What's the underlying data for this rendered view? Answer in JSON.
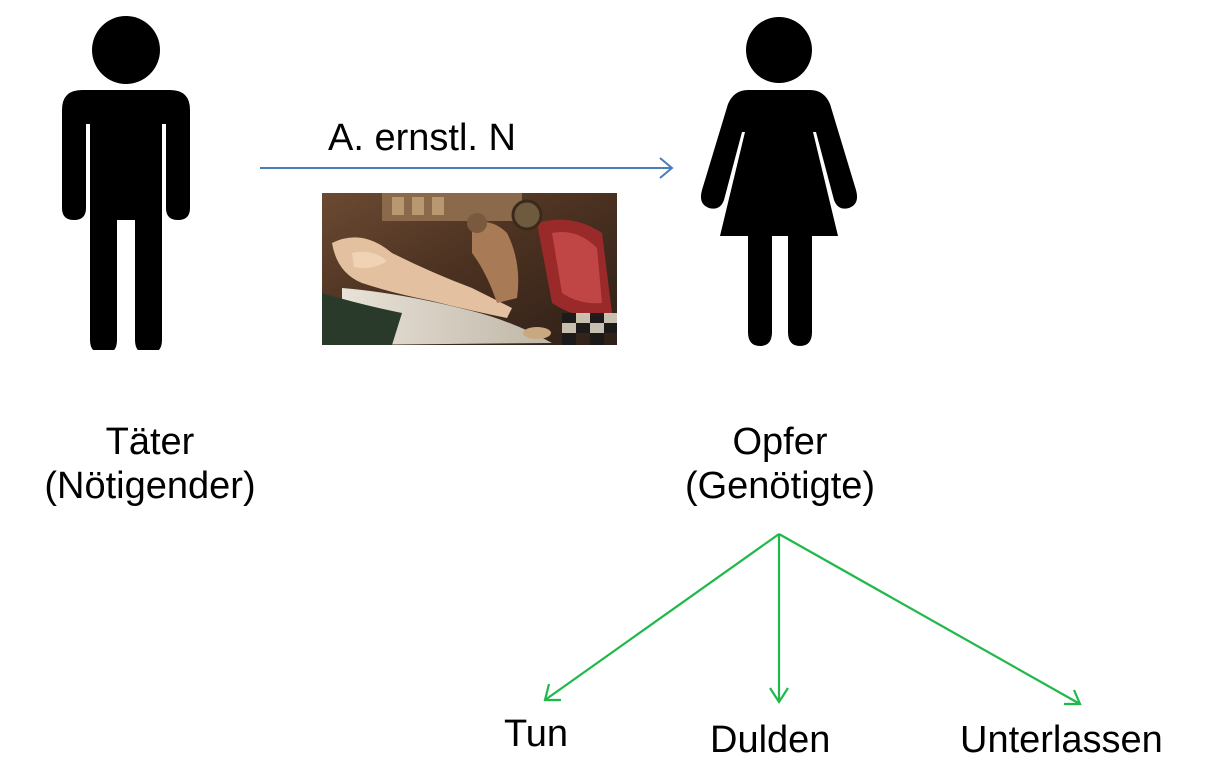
{
  "actor": {
    "role": "Täter",
    "role_sub": "(Nötigender)"
  },
  "victim": {
    "role": "Opfer",
    "role_sub": "(Genötigte)"
  },
  "action_label": "A. ernstl. N",
  "outcomes": [
    "Tun",
    "Dulden",
    "Unterlassen"
  ],
  "colors": {
    "action_arrow": "#4a7ebb",
    "outcome_arrows": "#1fb84a",
    "figures": "#000000"
  }
}
